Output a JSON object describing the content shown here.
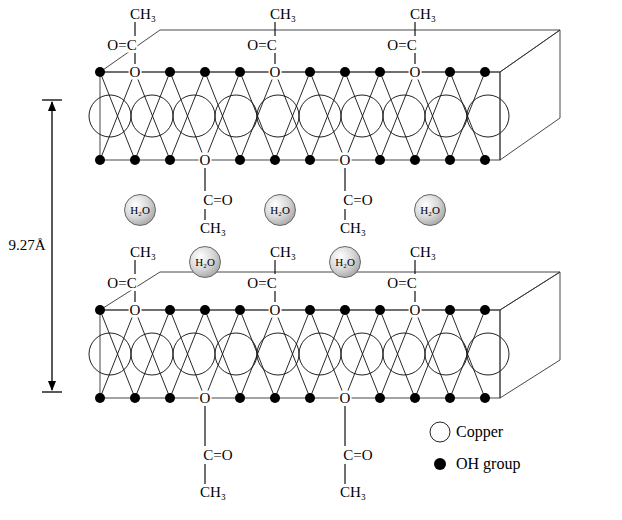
{
  "diagram": {
    "nodes": [
      {
        "text": [
          "H₂O"
        ]
      },
      {
        "text": [
          "H₂O"
        ]
      },
      {
        "text": [
          "H₂O"
        ]
      },
      {
        "text": [
          "H₂O"
        ]
      },
      {
        "text": [
          "H₂O"
        ]
      }
    ],
    "labels": [
      "CH₃",
      "CH₃",
      "CH₃",
      "O=C",
      "O=C",
      "O=C",
      "O",
      "O",
      "O",
      "O",
      "O",
      "C=O",
      "C=O",
      "CH₃",
      "CH₃",
      "9.27Å",
      "CH₃",
      "CH₃",
      "CH₃",
      "O=C",
      "O=C",
      "O=C",
      "O",
      "O",
      "O",
      "O",
      "O",
      "C=O",
      "C=O",
      "CH₃",
      "CH₃"
    ],
    "legend": [
      {
        "text": "Copper"
      },
      {
        "text": "OH group"
      }
    ]
  }
}
